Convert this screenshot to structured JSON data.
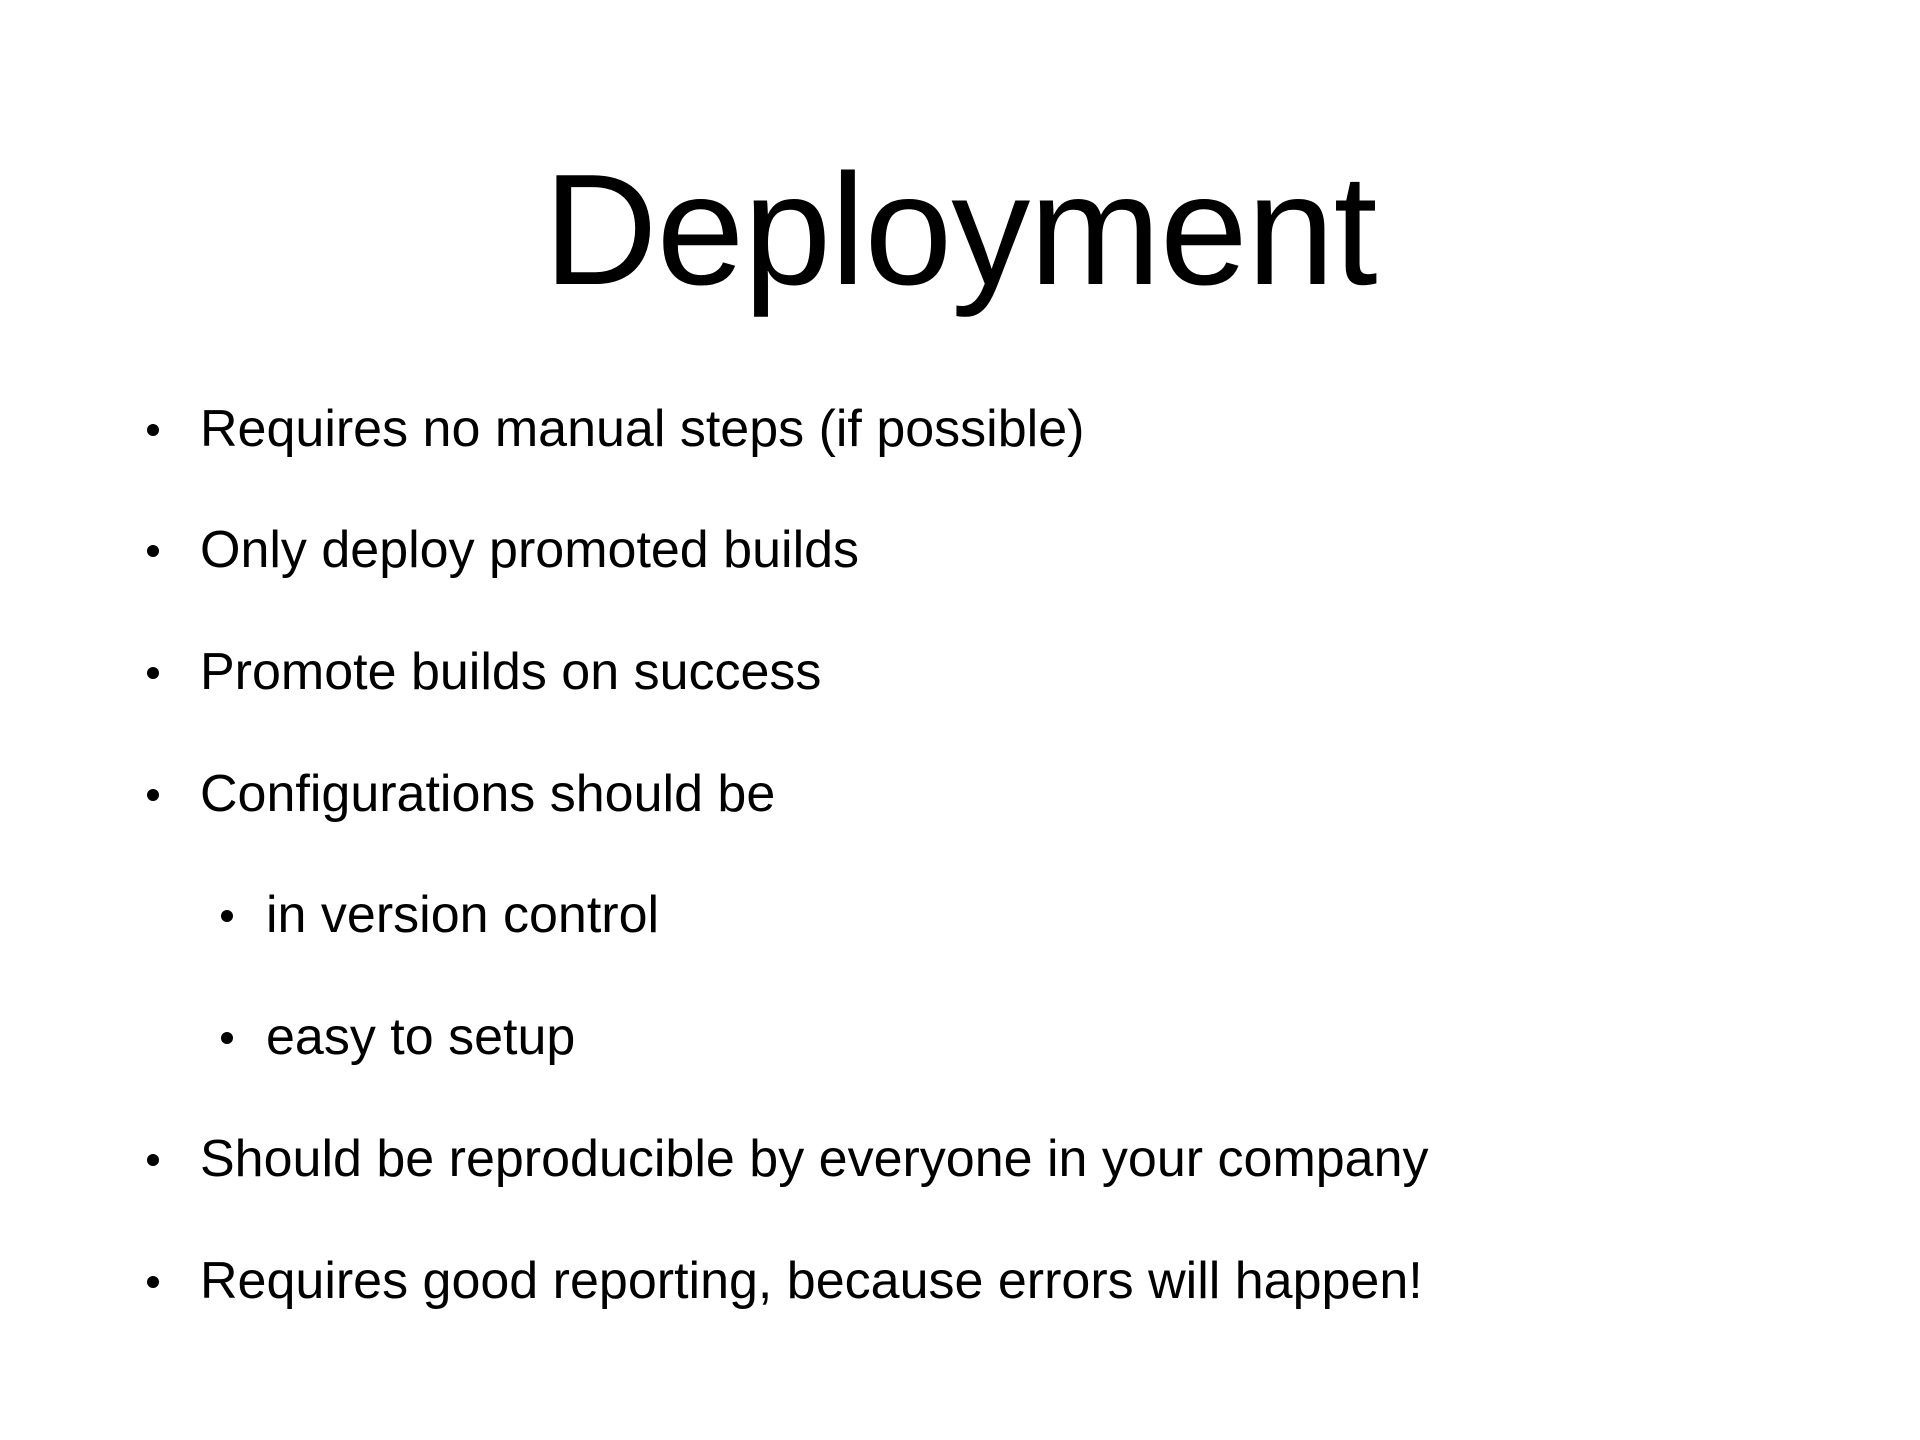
{
  "slide": {
    "title": "Deployment",
    "bullets": [
      {
        "text": "Requires no manual steps (if possible)",
        "level": 1
      },
      {
        "text": "Only deploy promoted builds",
        "level": 1
      },
      {
        "text": "Promote builds on success",
        "level": 1
      },
      {
        "text": "Configurations should be",
        "level": 1
      },
      {
        "text": "in version control",
        "level": 2
      },
      {
        "text": "easy to setup",
        "level": 2
      },
      {
        "text": "Should be reproducible by everyone in your company",
        "level": 1
      },
      {
        "text": "Requires good reporting, because errors will happen!",
        "level": 1
      }
    ]
  },
  "colors": {
    "background": "#ffffff",
    "text": "#000000"
  }
}
